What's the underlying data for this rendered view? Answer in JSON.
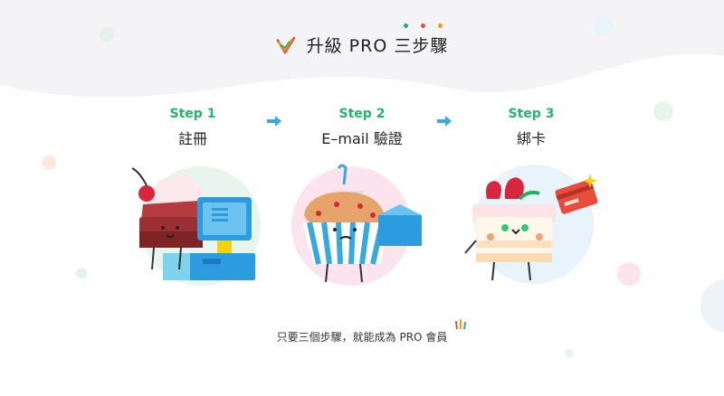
{
  "header": {
    "title": "升級 PRO 三步驟"
  },
  "colors": {
    "green": "#26b36b",
    "arrow": "#35a9e0",
    "dot_green": "#27ae60",
    "dot_red": "#e74c3c",
    "dot_orange": "#f39c12"
  },
  "steps": [
    {
      "label": "Step 1",
      "name": "註冊"
    },
    {
      "label": "Step 2",
      "name": "E–mail 驗證"
    },
    {
      "label": "Step 3",
      "name": "綁卡"
    }
  ],
  "footer": {
    "text": "只要三個步驟，就能成為 PRO 會員"
  }
}
